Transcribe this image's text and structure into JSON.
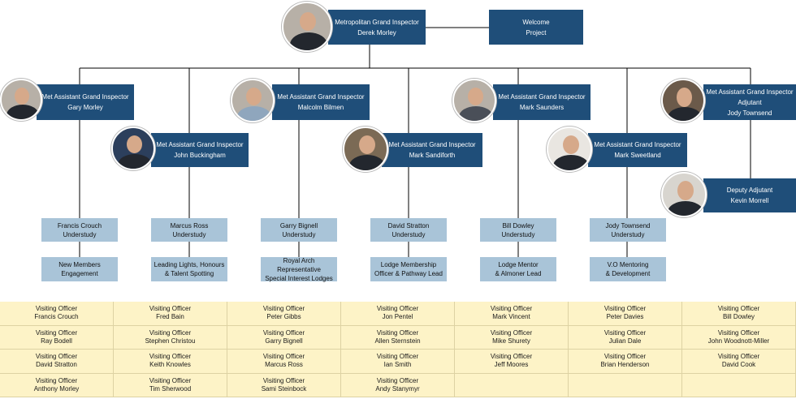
{
  "top": {
    "title": "Metropolitan Grand Inspector",
    "name": "Derek Morley",
    "welcome_line1": "Welcome",
    "welcome_line2": "Project"
  },
  "inspectors": [
    {
      "title": "Met Assistant Grand Inspector",
      "name": "Gary Morley"
    },
    {
      "title": "Met Assistant Grand Inspector",
      "name": "John Buckingham"
    },
    {
      "title": "Met Assistant Grand Inspector",
      "name": "Malcolm Bilmen"
    },
    {
      "title": "Met Assistant Grand Inspector",
      "name": "Mark Sandiforth"
    },
    {
      "title": "Met Assistant Grand Inspector",
      "name": "Mark Saunders"
    },
    {
      "title": "Met Assistant Grand Inspector",
      "name": "Mark Sweetland"
    },
    {
      "title": "Met Assistant Grand Inspector",
      "role": "Adjutant",
      "name": "Jody Townsend"
    }
  ],
  "deputy": {
    "title": "Deputy Adjutant",
    "name": "Kevin Morrell"
  },
  "understudies": [
    {
      "name": "Francis Crouch",
      "role": "Understudy"
    },
    {
      "name": "Marcus Ross",
      "role": "Understudy"
    },
    {
      "name": "Garry Bignell",
      "role": "Understudy"
    },
    {
      "name": "David Stratton",
      "role": "Understudy"
    },
    {
      "name": "Bill Dowley",
      "role": "Understudy"
    },
    {
      "name": "Jody Townsend",
      "role": "Understudy"
    }
  ],
  "portfolios": [
    {
      "lines": [
        "New Members",
        "Engagement"
      ]
    },
    {
      "lines": [
        "Leading Lights, Honours",
        "& Talent Spotting"
      ]
    },
    {
      "lines": [
        "Royal Arch",
        "Representative",
        "Special Interest Lodges"
      ]
    },
    {
      "lines": [
        "Lodge Membership",
        "Officer & Pathway Lead"
      ]
    },
    {
      "lines": [
        "Lodge Mentor",
        "& Almoner Lead"
      ]
    },
    {
      "lines": [
        "V.O Mentoring",
        "& Development"
      ]
    }
  ],
  "visiting_label": "Visiting Officer",
  "visiting_officers": [
    [
      "Francis Crouch",
      "Ray Bodell",
      "David Stratton",
      "Anthony Morley"
    ],
    [
      "Fred Bain",
      "Stephen Christou",
      "Keith Knowles",
      "Tim Sherwood"
    ],
    [
      "Peter Gibbs",
      "Garry Bignell",
      "Marcus Ross",
      "Sami Steinbock"
    ],
    [
      "Jon Pentel",
      "Allen Sternstein",
      "Ian Smith",
      "Andy Stanymyr"
    ],
    [
      "Mark Vincent",
      "Mike Shurety",
      "Jeff Moores"
    ],
    [
      "Peter Davies",
      "Julian Dale",
      "Brian Henderson"
    ],
    [
      "Bill Dowley",
      "John Woodnott-Miller",
      "David Cook"
    ]
  ],
  "colors": {
    "dark_box": "#1f4e79",
    "light_box": "#a9c4d8",
    "grid_fill": "#fdf3c7",
    "connector": "#000000"
  }
}
